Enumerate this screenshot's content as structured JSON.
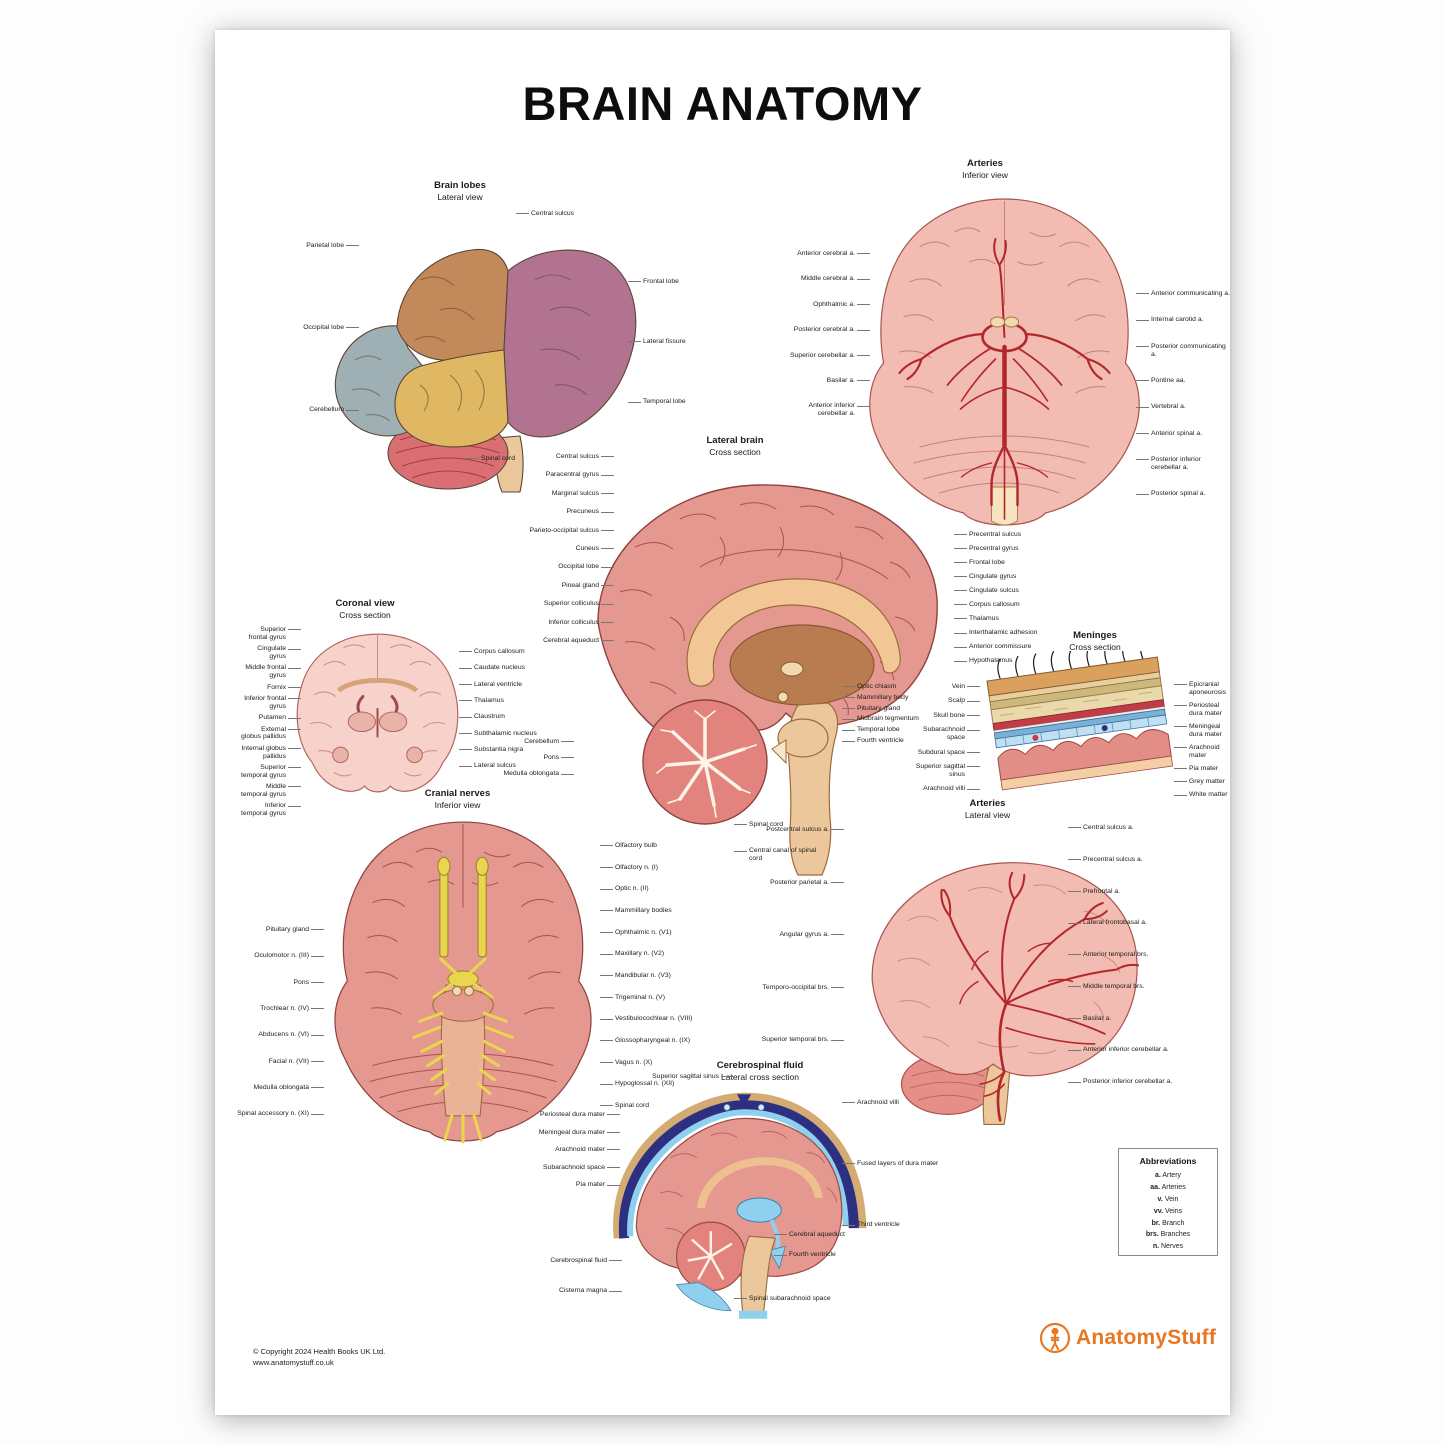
{
  "poster": {
    "title": "BRAIN ANATOMY",
    "footer": {
      "copyright": "© Copyright 2024 Health Books UK Ltd.",
      "website": "www.anatomystuff.co.uk",
      "brand": "AnatomyStuff"
    }
  },
  "sections": {
    "brain_lobes": {
      "title": "Brain lobes",
      "subtitle": "Lateral view",
      "top_label": "Central sulcus",
      "left_labels": [
        "Parietal lobe",
        "Occipital lobe",
        "Cerebellum"
      ],
      "right_labels": [
        "Frontal lobe",
        "Lateral fissure",
        "Temporal lobe"
      ],
      "bottom_label": "Spinal cord"
    },
    "arteries_inferior": {
      "title": "Arteries",
      "subtitle": "Inferior view",
      "left_labels": [
        "Anterior cerebral a.",
        "Middle cerebral a.",
        "Ophthalmic a.",
        "Posterior cerebral a.",
        "Superior cerebellar a.",
        "Basilar a.",
        "Anterior inferior cerebellar a."
      ],
      "right_labels": [
        "Anterior communicating a.",
        "Internal carotid a.",
        "Posterior communicating a.",
        "Pontine aa.",
        "Vertebral a.",
        "Anterior spinal a.",
        "Posterior inferior cerebellar a.",
        "Posterior spinal a."
      ]
    },
    "lateral_brain": {
      "title": "Lateral brain",
      "subtitle": "Cross section",
      "left_labels": [
        "Central sulcus",
        "Paracentral gyrus",
        "Marginal sulcus",
        "Precuneus",
        "Parieto-occipital sulcus",
        "Cuneus",
        "Occipital lobe",
        "Pineal gland",
        "Superior colliculus",
        "Inferior colliculus",
        "Cerebral aqueduct"
      ],
      "left_lower_labels": [
        "Cerebellum",
        "Pons",
        "Medulla oblongata"
      ],
      "right_labels": [
        "Precentral sulcus",
        "Precentral gyrus",
        "Frontal lobe",
        "Cingulate gyrus",
        "Cingulate sulcus",
        "Corpus callosum",
        "Thalamus",
        "Interthalamic adhesion",
        "Anterior commissure",
        "Hypothalamus"
      ],
      "right_lower_labels": [
        "Optic chiasm",
        "Mammillary body",
        "Pituitary gland",
        "Midbrain tegmentum",
        "Temporal lobe",
        "Fourth ventricle"
      ],
      "bottom_labels": [
        "Spinal cord",
        "Central canal of spinal cord"
      ]
    },
    "coronal": {
      "title": "Coronal view",
      "subtitle": "Cross section",
      "left_labels": [
        "Superior frontal gyrus",
        "Cingulate gyrus",
        "Middle frontal gyrus",
        "Fornix",
        "Inferior frontal gyrus",
        "Putamen",
        "External globus pallidus",
        "Internal globus pallidus",
        "Superior temporal gyrus",
        "Middle temporal gyrus",
        "Inferior temporal gyrus"
      ],
      "right_labels": [
        "Corpus callosum",
        "Caudate nucleus",
        "Lateral ventricle",
        "Thalamus",
        "Claustrum",
        "Subthalamic nucleus",
        "Substantia nigra",
        "Lateral sulcus"
      ]
    },
    "meninges": {
      "title": "Meninges",
      "subtitle": "Cross section",
      "left_labels": [
        "Vein",
        "Scalp",
        "Skull bone",
        "Subarachnoid space",
        "Subdural space",
        "Superior sagittal sinus",
        "Arachnoid villi"
      ],
      "right_labels": [
        "Epicranial aponeurosis",
        "Periosteal dura mater",
        "Meningeal dura mater",
        "Arachnoid mater",
        "Pia mater",
        "Grey matter",
        "White matter"
      ]
    },
    "cranial_nerves": {
      "title": "Cranial nerves",
      "subtitle": "Inferior view",
      "left_labels": [
        "Pituitary gland",
        "Oculomotor n. (III)",
        "Pons",
        "Trochlear n. (IV)",
        "Abducens n. (VI)",
        "Facial n. (VII)",
        "Medulla oblongata",
        "Spinal accessory n. (XI)"
      ],
      "right_labels": [
        "Olfactory bulb",
        "Olfactory n. (I)",
        "Optic n. (II)",
        "Mammillary bodies",
        "Ophthalmic n. (V1)",
        "Maxillary n. (V2)",
        "Mandibular n. (V3)",
        "Trigeminal n. (V)",
        "Vestibulocochlear n. (VIII)",
        "Glossopharyngeal n. (IX)",
        "Vagus n. (X)",
        "Hypoglossal n. (XII)",
        "Spinal cord"
      ]
    },
    "arteries_lateral": {
      "title": "Arteries",
      "subtitle": "Lateral view",
      "left_labels": [
        "Postcentral sulcus a.",
        "Posterior parietal a.",
        "Angular gyrus a.",
        "Temporo-occipital brs.",
        "Superior temporal brs."
      ],
      "right_labels": [
        "Central sulcus a.",
        "Precentral sulcus a.",
        "Prefrontal a.",
        "Lateral frontobasal a.",
        "Anterior temporal brs.",
        "Middle temporal brs.",
        "Basilar a.",
        "Anterior inferior cerebellar a.",
        "Posterior inferior cerebellar a."
      ]
    },
    "csf": {
      "title": "Cerebrospinal fluid",
      "subtitle": "Lateral cross section",
      "top_label": "Superior sagittal sinus",
      "left_labels": [
        "Periosteal dura mater",
        "Meningeal dura mater",
        "Arachnoid mater",
        "Subarachnoid space",
        "Pia mater"
      ],
      "left_lower_labels": [
        "Cerebrospinal fluid",
        "Cisterna magna"
      ],
      "right_labels": [
        "Arachnoid villi",
        "Fused layers of dura mater",
        "Third ventricle"
      ],
      "inner_labels": [
        "Cerebral aqueduct",
        "Fourth ventricle"
      ],
      "bottom_label": "Spinal subarachnoid space"
    }
  },
  "abbreviations": {
    "title": "Abbreviations",
    "items": [
      {
        "abbr": "a.",
        "word": "Artery"
      },
      {
        "abbr": "aa.",
        "word": "Arteries"
      },
      {
        "abbr": "v.",
        "word": "Vein"
      },
      {
        "abbr": "vv.",
        "word": "Veins"
      },
      {
        "abbr": "br.",
        "word": "Branch"
      },
      {
        "abbr": "brs.",
        "word": "Branches"
      },
      {
        "abbr": "n.",
        "word": "Nerves"
      }
    ]
  },
  "colors": {
    "frontal-lobe": "#b17390",
    "parietal-lobe": "#c28a5a",
    "occipital-lobe": "#9fb0b5",
    "temporal-lobe": "#e0b763",
    "cerebellum": "#d96f72",
    "brainstem": "#ecc79b",
    "brain-pink": "#e5988f",
    "brain-pale": "#f2bcb3",
    "artery-red": "#b3262a",
    "nerve-yellow": "#ead54f",
    "csf-blue": "#8fd0ee",
    "dura-navy": "#2d2f80",
    "skull-tan": "#d4ab72",
    "brand-orange": "#e87722"
  }
}
